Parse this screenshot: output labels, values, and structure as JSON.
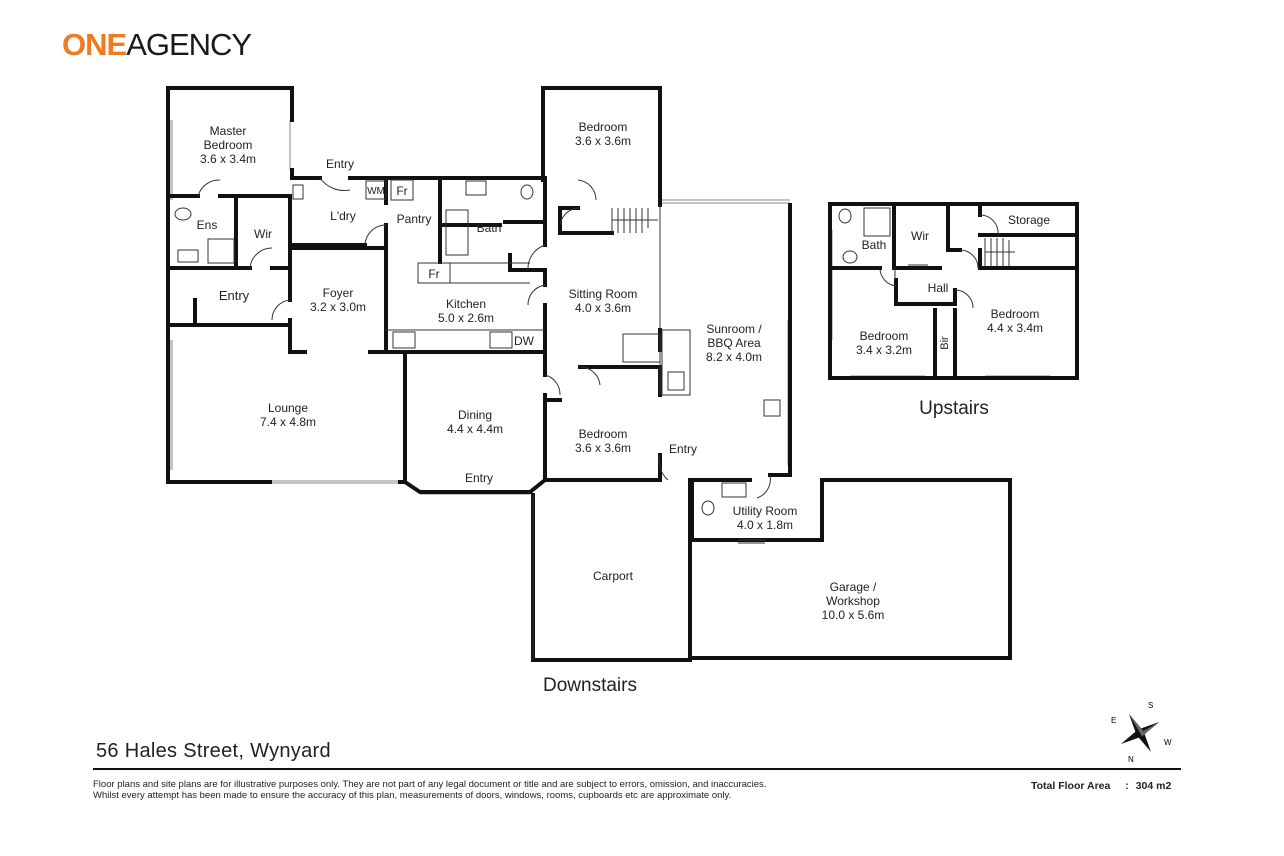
{
  "brand": {
    "part1": "ONE",
    "part2": "AGENCY",
    "color1": "#ee7a22",
    "color2": "#1a1a1a"
  },
  "rooms": {
    "master_bedroom": {
      "name1": "Master",
      "name2": "Bedroom",
      "size": "3.6 x 3.4m"
    },
    "ens": {
      "name": "Ens"
    },
    "wir_down": {
      "name": "Wir"
    },
    "entry_top": {
      "name": "Entry"
    },
    "laundry": {
      "name": "L'dry"
    },
    "wm": {
      "name": "WM"
    },
    "fr_top": {
      "name": "Fr"
    },
    "pantry": {
      "name": "Pantry"
    },
    "bath_down": {
      "name": "Bath"
    },
    "fr_kitchen": {
      "name": "Fr"
    },
    "entry_left": {
      "name": "Entry"
    },
    "foyer": {
      "name": "Foyer",
      "size": "3.2 x 3.0m"
    },
    "kitchen": {
      "name": "Kitchen",
      "size": "5.0 x 2.6m"
    },
    "dw": {
      "name": "DW"
    },
    "lounge": {
      "name": "Lounge",
      "size": "7.4 x 4.8m"
    },
    "dining": {
      "name": "Dining",
      "size": "4.4 x 4.4m"
    },
    "entry_dining": {
      "name": "Entry"
    },
    "bedroom_top": {
      "name": "Bedroom",
      "size": "3.6 x 3.6m"
    },
    "sitting_room": {
      "name": "Sitting Room",
      "size": "4.0 x 3.6m"
    },
    "bedroom_mid": {
      "name": "Bedroom",
      "size": "3.6 x 3.6m"
    },
    "sunroom": {
      "name1": "Sunroom /",
      "name2": "BBQ Area",
      "size": "8.2 x 4.0m"
    },
    "entry_sunroom": {
      "name": "Entry"
    },
    "utility_room": {
      "name": "Utility Room",
      "size": "4.0 x 1.8m"
    },
    "carport": {
      "name": "Carport"
    },
    "garage": {
      "name1": "Garage /",
      "name2": "Workshop",
      "size": "10.0 x 5.6m"
    },
    "bath_up": {
      "name": "Bath"
    },
    "wir_up": {
      "name": "Wir"
    },
    "storage": {
      "name": "Storage"
    },
    "hall": {
      "name": "Hall"
    },
    "bedroom_up_left": {
      "name": "Bedroom",
      "size": "3.4 x 3.2m"
    },
    "bir": {
      "name": "Bir"
    },
    "bedroom_up_right": {
      "name": "Bedroom",
      "size": "4.4 x 3.4m"
    }
  },
  "levels": {
    "downstairs": "Downstairs",
    "upstairs": "Upstairs"
  },
  "compass": {
    "n": "N",
    "s": "S",
    "e": "E",
    "w": "W"
  },
  "footer": {
    "address": "56 Hales Street, Wynyard",
    "disclaimer_line1": "Floor plans and site plans are for illustrative purposes only. They are not part of any legal document or title and are subject to errors, omission, and inaccuracies.",
    "disclaimer_line2": "Whilst every attempt has been made to ensure the accuracy of this plan, measurements of doors, windows, rooms, cupboards etc are approximate only.",
    "total_label": "Total Floor Area",
    "total_sep": ":",
    "total_value": "304 m2"
  }
}
